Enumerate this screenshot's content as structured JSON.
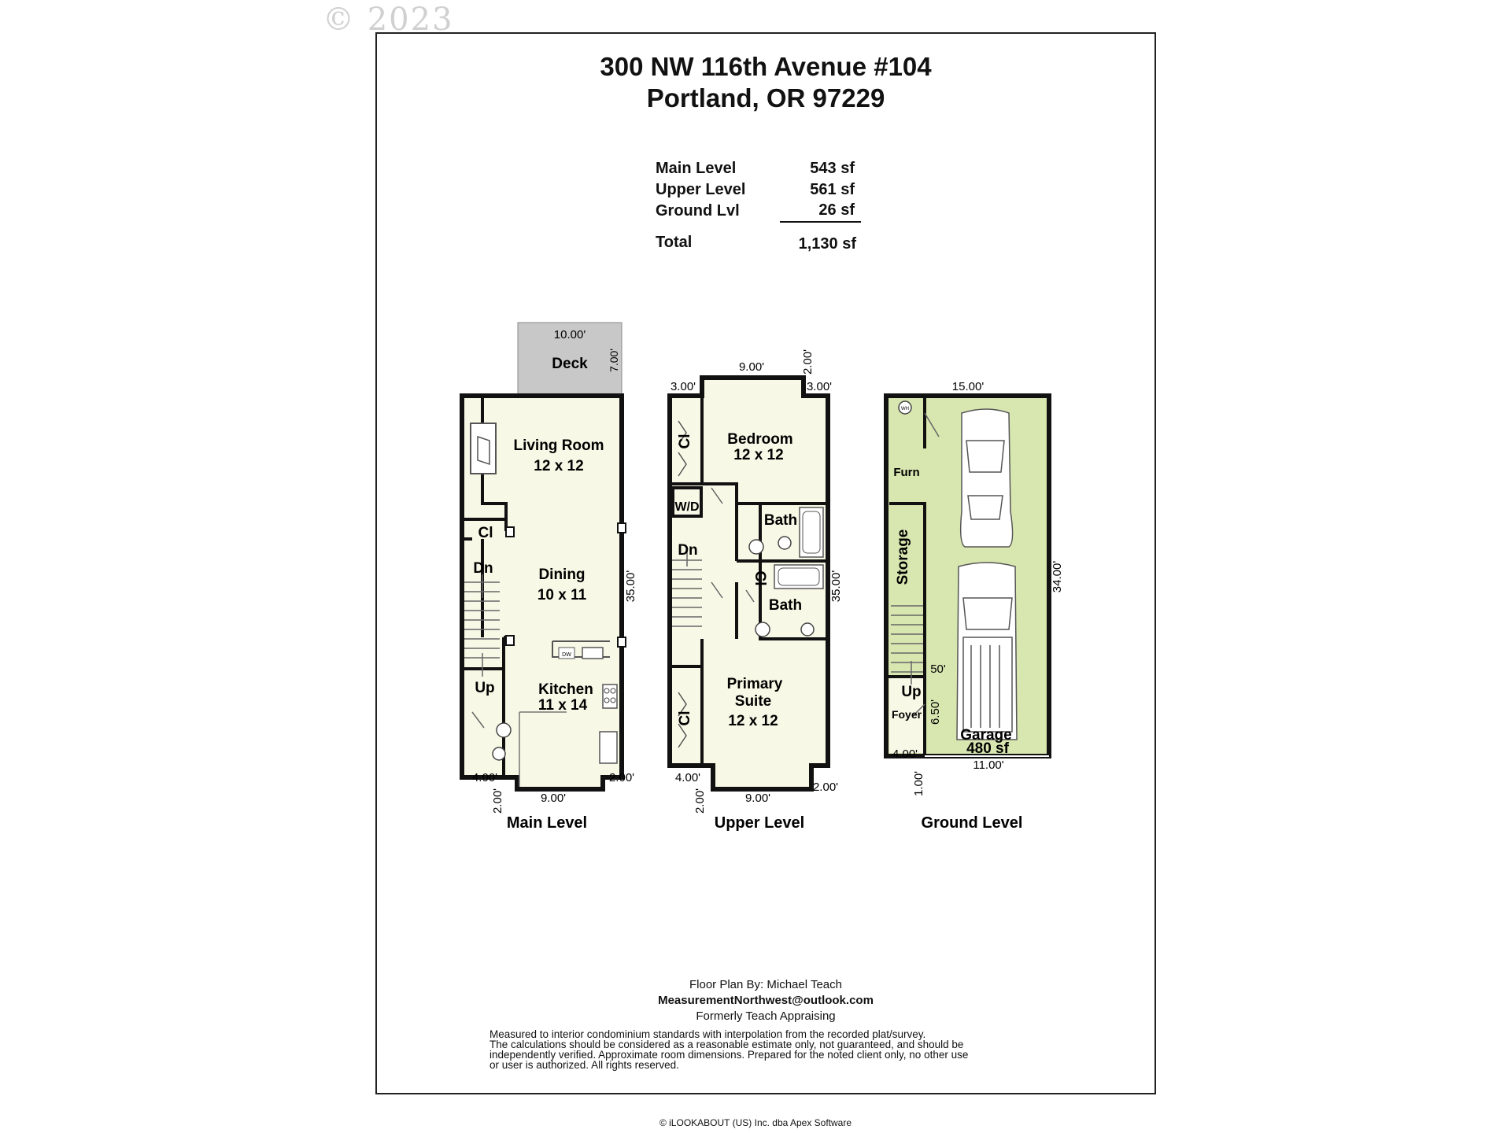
{
  "watermark": "© 2023",
  "header": {
    "line1": "300 NW 116th Avenue #104",
    "line2": "Portland, OR 97229"
  },
  "areas": [
    {
      "label": "Main Level",
      "value": "543 sf"
    },
    {
      "label": "Upper Level",
      "value": "561 sf"
    },
    {
      "label": "Ground Lvl",
      "value": "26 sf"
    },
    {
      "label": "Total",
      "value": "1,130 sf"
    }
  ],
  "plans": {
    "main": {
      "caption": "Main Level",
      "rooms": {
        "deck": "Deck",
        "living": "Living Room",
        "living_size": "12 x 12",
        "closet": "Cl",
        "dn": "Dn",
        "dining": "Dining",
        "dining_size": "10 x 11",
        "up": "Up",
        "kitchen": "Kitchen",
        "kitchen_size": "11 x 14",
        "dw": "DW"
      },
      "dims": {
        "deck_width": "10.00'",
        "deck_depth": "7.00'",
        "height": "35.00'",
        "bottom_left": "4.00'",
        "bottom_left_v": "2.00'",
        "bottom_mid": "9.00'",
        "bottom_right": "2.00'"
      }
    },
    "upper": {
      "caption": "Upper Level",
      "rooms": {
        "closet1": "Cl",
        "bedroom": "Bedroom",
        "bedroom_size": "12 x 12",
        "wd": "W/D",
        "bath1": "Bath",
        "dn": "Dn",
        "closet2": "Cl",
        "bath2": "Bath",
        "primary1": "Primary",
        "primary2": "Suite",
        "primary_size": "12 x 12",
        "closet3": "Cl"
      },
      "dims": {
        "top_mid": "9.00'",
        "top_left": "3.00'",
        "top_right": "3.00'",
        "top_v": "2.00'",
        "height": "35.00'",
        "bottom_left": "4.00'",
        "bottom_left_v": "2.00'",
        "bottom_mid": "9.00'",
        "bottom_right": "2.00'"
      }
    },
    "ground": {
      "caption": "Ground Level",
      "rooms": {
        "wh": "WH",
        "furn": "Furn",
        "storage": "Storage",
        "up": "Up",
        "foyer": "Foyer",
        "garage": "Garage",
        "garage_size": "480 sf"
      },
      "dims": {
        "top": "15.00'",
        "height": "34.00'",
        "foyer_w": "4.00'",
        "foyer_h": "6.50'",
        "stair_note": "50'",
        "bottom": "11.00'",
        "bottom_v": "1.00'"
      }
    }
  },
  "footer": {
    "by": "Floor Plan By: Michael Teach",
    "email": "MeasurementNorthwest@outlook.com",
    "formerly": "Formerly Teach Appraising",
    "disclaimer1": "Measured to interior condominium standards with interpolation from the recorded plat/survey.",
    "disclaimer2": "The calculations should be considered as a reasonable estimate only, not guaranteed, and should be",
    "disclaimer3": "independently verified. Approximate room dimensions. Prepared for the noted client only, no other use",
    "disclaimer4": "or user is authorized. All rights reserved."
  },
  "copyright": "© iLOOKABOUT (US) Inc. dba Apex Software",
  "colors": {
    "floor": "#f8f8e6",
    "garage": "#d8e6b0",
    "deck": "#c8c8c8",
    "wall": "#111111"
  }
}
